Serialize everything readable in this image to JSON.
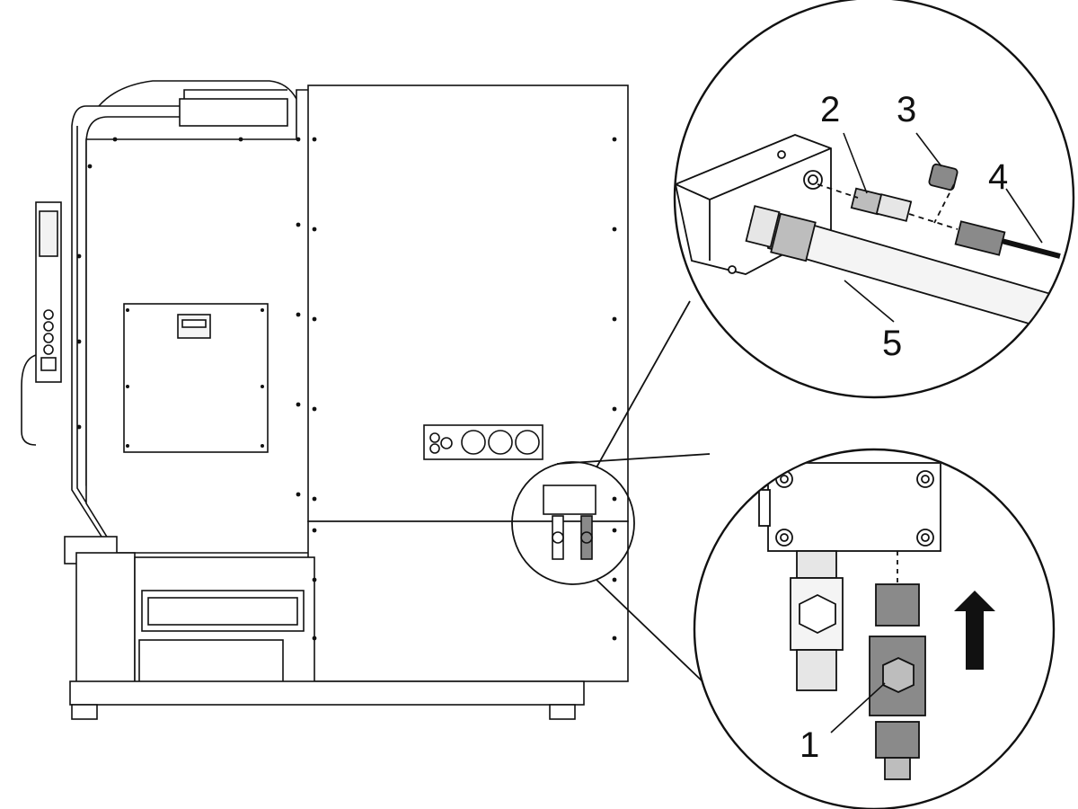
{
  "callouts": {
    "c1": "1",
    "c2": "2",
    "c3": "3",
    "c4": "4",
    "c5": "5"
  },
  "colors": {
    "line": "#111111",
    "panel": "#ffffff",
    "part_dark": "#8a8a8a",
    "part_mid": "#bdbdbd",
    "part_light": "#e6e6e6",
    "arrow": "#111111"
  },
  "icons": {
    "direction_arrow": "up-arrow-icon"
  }
}
